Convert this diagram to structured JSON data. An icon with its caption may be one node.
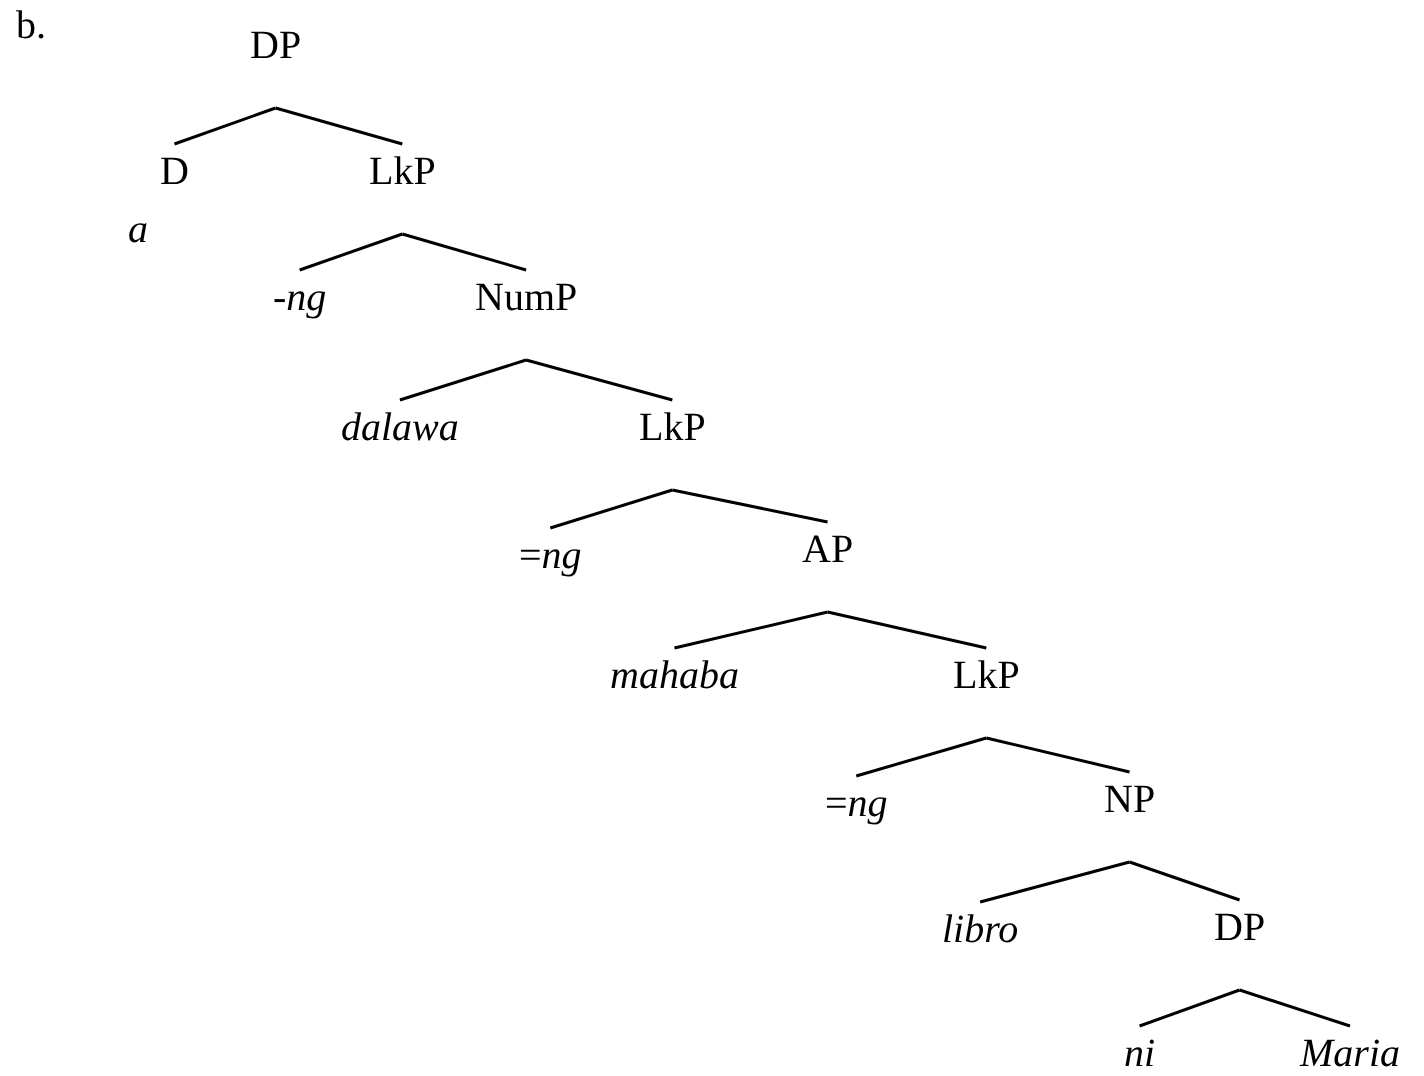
{
  "diagram": {
    "nodes": [
      {
        "text": [
          "DP"
        ]
      },
      {
        "text": [
          "D"
        ],
        "beside": [
          "a"
        ]
      },
      {
        "text": [
          "LkP"
        ]
      },
      {
        "text": [
          "-ng"
        ]
      },
      {
        "text": [
          "NumP"
        ]
      },
      {
        "text": [
          "dalawa"
        ]
      },
      {
        "text": [
          "LkP"
        ]
      },
      {
        "text": [
          "=*ng*"
        ]
      },
      {
        "text": [
          "AP"
        ]
      },
      {
        "text": [
          "mahaba"
        ]
      },
      {
        "text": [
          "LkP"
        ]
      },
      {
        "text": [
          "=*ng*"
        ]
      },
      {
        "text": [
          "NP"
        ]
      },
      {
        "text": [
          "libro"
        ]
      },
      {
        "text": [
          "DP"
        ]
      },
      {
        "text": [
          "ni"
        ]
      },
      {
        "text": [
          "Maria"
        ]
      }
    ],
    "edges": [
      {
        "from": 0,
        "to": 1,
        "arrow": "none"
      },
      {
        "from": 0,
        "to": 2,
        "arrow": "none"
      },
      {
        "from": 2,
        "to": 3,
        "arrow": "none"
      },
      {
        "from": 2,
        "to": 4,
        "arrow": "none"
      },
      {
        "from": 4,
        "to": 5,
        "arrow": "none"
      },
      {
        "from": 4,
        "to": 6,
        "arrow": "none"
      },
      {
        "from": 6,
        "to": 7,
        "arrow": "none"
      },
      {
        "from": 6,
        "to": 8,
        "arrow": "none"
      },
      {
        "from": 8,
        "to": 9,
        "arrow": "none"
      },
      {
        "from": 8,
        "to": 10,
        "arrow": "none"
      },
      {
        "from": 10,
        "to": 11,
        "arrow": "none"
      },
      {
        "from": 10,
        "to": 12,
        "arrow": "none"
      },
      {
        "from": 12,
        "to": 13,
        "arrow": "none"
      },
      {
        "from": 12,
        "to": 14,
        "arrow": "none"
      },
      {
        "from": 14,
        "to": 15,
        "arrow": "none"
      },
      {
        "from": 14,
        "to": 16,
        "arrow": "none"
      }
    ],
    "labels": [
      "b."
    ]
  }
}
